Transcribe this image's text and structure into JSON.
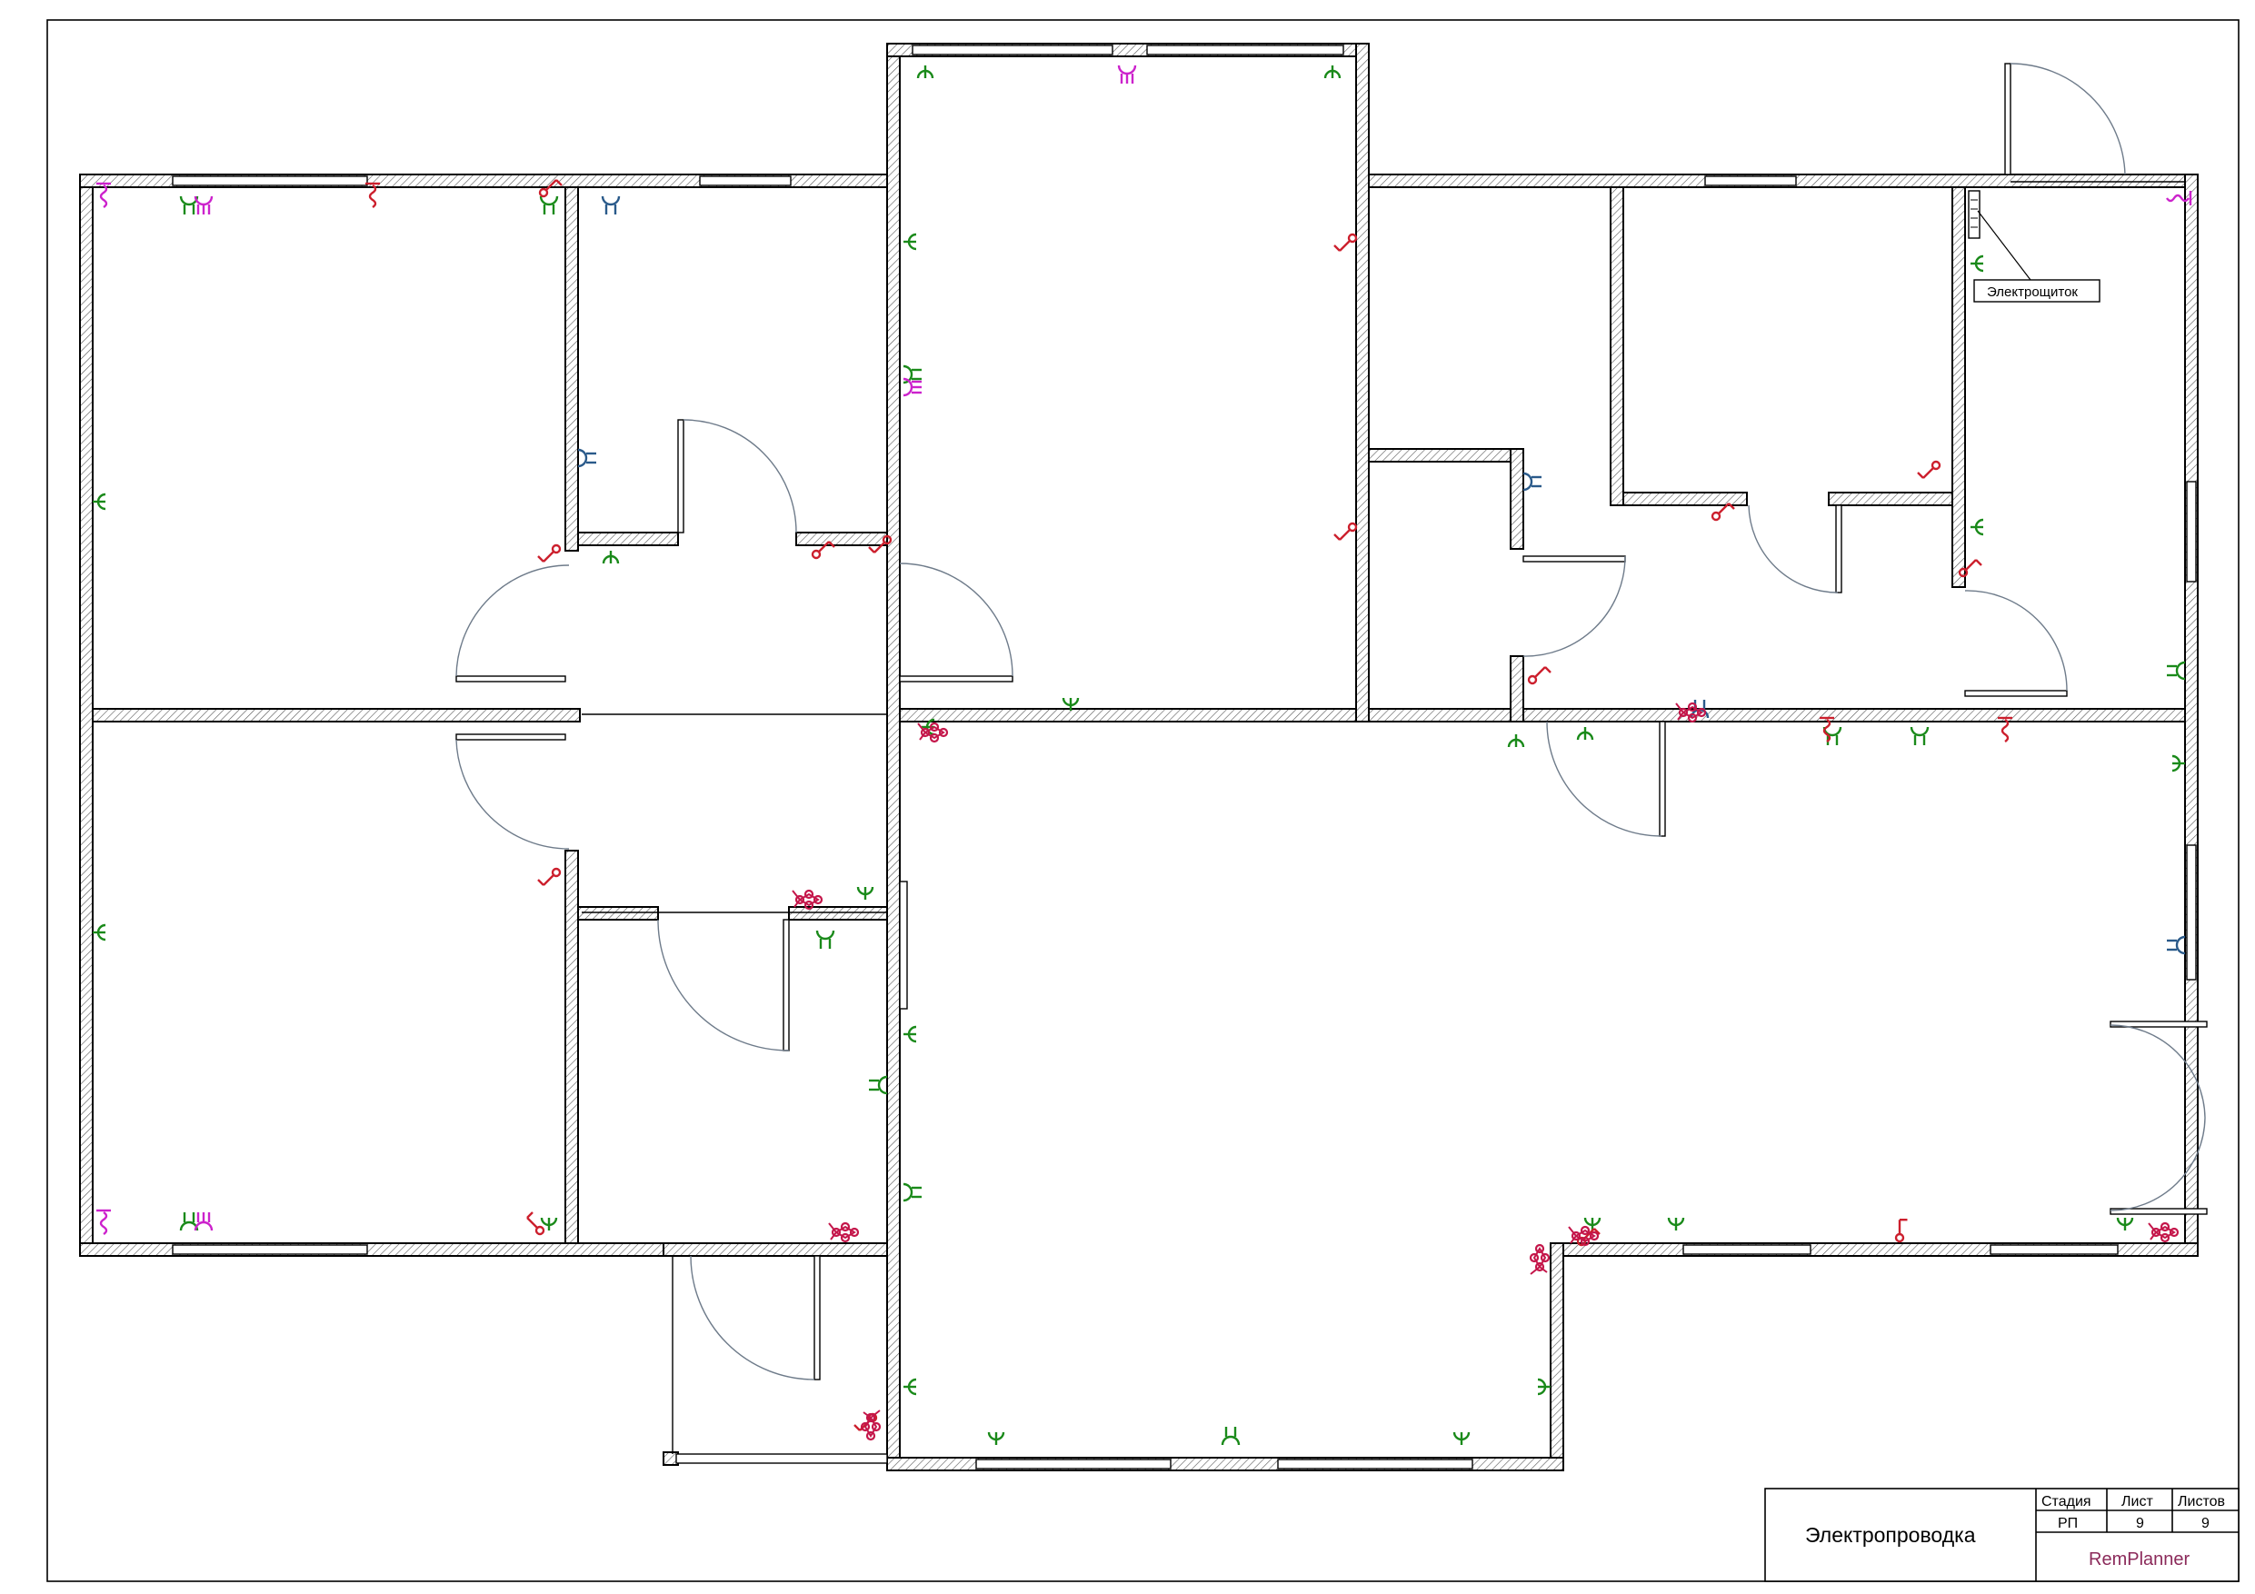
{
  "drawing": {
    "panel_label": "Электрощиток"
  },
  "title_block": {
    "title": "Электропроводка",
    "headers": [
      "Стадия",
      "Лист",
      "Листов"
    ],
    "values": [
      "РП",
      "9",
      "9"
    ],
    "brand": "RemPlanner",
    "brand_color": "#8b2a5a"
  },
  "legend_colors": {
    "outlet_standard": "#1a8a1a",
    "outlet_power": "#cc1f2d",
    "outlet_low_current": "#cc22cc",
    "outlet_data": "#2a5a8a",
    "group_socket": "#c4164a"
  }
}
